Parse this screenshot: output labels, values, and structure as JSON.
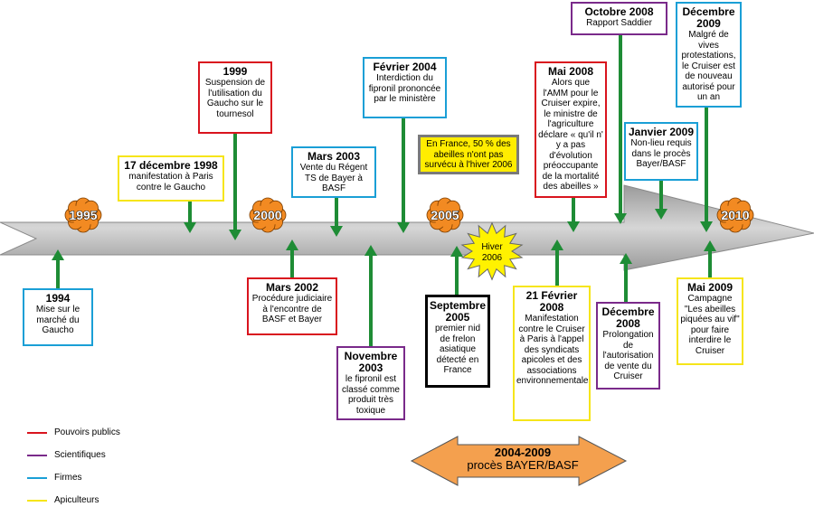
{
  "years": [
    "1995",
    "2000",
    "2005",
    "2010"
  ],
  "burst": "Hiver 2006",
  "note": "En  France, 50 % des abeilles n'ont pas survécu à l'hiver 2006",
  "range": {
    "line1": "2004-2009",
    "line2": "procès BAYER/BASF"
  },
  "colors": {
    "pouvoirs": "#d9141e",
    "scientifiques": "#7a2a8a",
    "firmes": "#1a9fd6",
    "apiculteurs": "#f6e51a",
    "arrow": "#1e8c35",
    "timeline": "#b8b8b8",
    "flower": "#f28a22",
    "range": "#f4a04e"
  },
  "legend": [
    {
      "label": "Pouvoirs publics",
      "color": "#d9141e"
    },
    {
      "label": "Scientifiques",
      "color": "#7a2a8a"
    },
    {
      "label": "Firmes",
      "color": "#1a9fd6"
    },
    {
      "label": "Apiculteurs",
      "color": "#f6e51a"
    }
  ],
  "events": [
    {
      "date": "1994",
      "text": "Mise sur le marché du Gaucho"
    },
    {
      "date": "17 décembre 1998",
      "text": "manifestation à Paris contre le Gaucho"
    },
    {
      "date": "1999",
      "text": "Suspension de l'utilisation du Gaucho sur le tournesol"
    },
    {
      "date": "Mars 2002",
      "text": "Procédure judiciaire à l'encontre de BASF et Bayer"
    },
    {
      "date": "Mars 2003",
      "text": "Vente du Régent TS de Bayer à BASF"
    },
    {
      "date": "Novembre 2003",
      "text": "le fipronil est classé comme produit très toxique"
    },
    {
      "date": "Février 2004",
      "text": "Interdiction du fipronil prononcée par le ministère"
    },
    {
      "date": "Septembre 2005",
      "text": "premier nid de frelon asiatique détecté en France"
    },
    {
      "date": "21 Février 2008",
      "text": "Manifestation contre le Cruiser à Paris à l'appel des syndicats apicoles et des associations environnementales"
    },
    {
      "date": "Mai 2008",
      "text": "Alors que l'AMM pour le Cruiser expire, le ministre de l'agriculture déclare « qu'il n' y a pas d'évolution préoccupante de la mortalité des abeilles »"
    },
    {
      "date": "Octobre 2008",
      "text": "Rapport Saddier"
    },
    {
      "date": "Décembre 2008",
      "text": "Prolongation de l'autorisation de vente du Cruiser"
    },
    {
      "date": "Janvier 2009",
      "text": "Non-lieu requis dans le procès Bayer/BASF"
    },
    {
      "date": "Mai 2009",
      "text": "Campagne \"Les abeilles piquées au vif\" pour faire interdire le Cruiser"
    },
    {
      "date": "Décembre 2009",
      "text": "Malgré de vives protestations, le Cruiser est de nouveau autorisé pour un an"
    }
  ]
}
